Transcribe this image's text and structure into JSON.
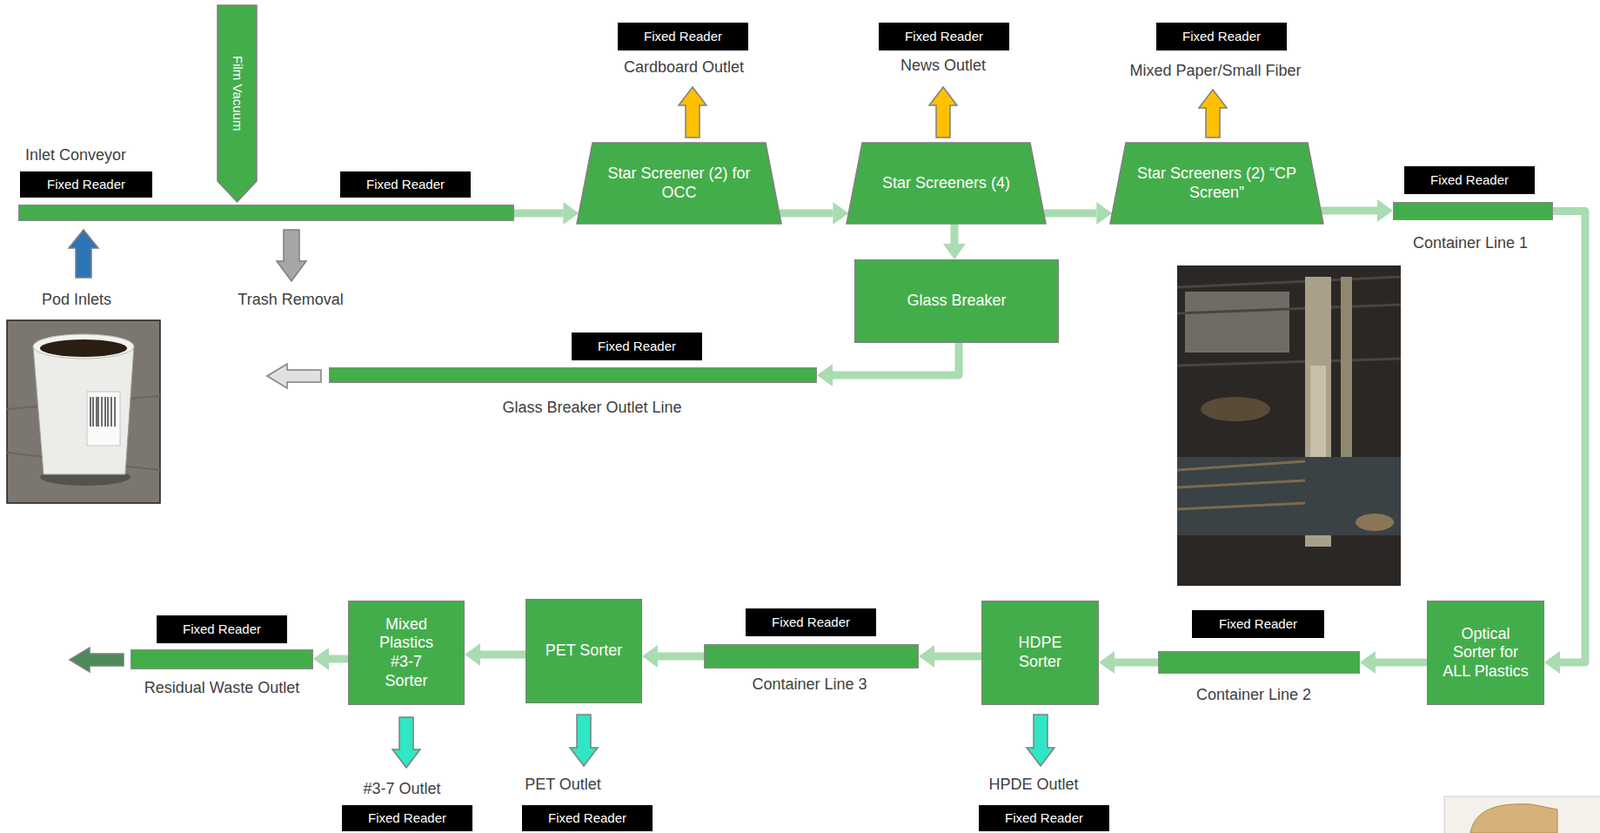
{
  "diagram": {
    "nodes": [
      {
        "text": [
          "Fixed Reader"
        ]
      },
      {
        "text": [
          "Inlet Conveyor"
        ]
      },
      {
        "text": [
          "Film Vacuum"
        ]
      },
      {
        "text": [
          "Fixed Reader"
        ]
      },
      {
        "text": [
          "Fixed Reader"
        ]
      },
      {
        "text": [
          "Star Screener (2) for OCC"
        ]
      },
      {
        "text": [
          "Fixed Reader"
        ]
      },
      {
        "text": [
          "Star Screeners (4)"
        ]
      },
      {
        "text": [
          "Fixed Reader"
        ]
      },
      {
        "text": [
          "Star Screeners (2) “CP Screen”"
        ]
      },
      {
        "text": [
          "Fixed Reader"
        ]
      },
      {
        "text": [
          "Container Line 1"
        ]
      },
      {
        "text": [
          "Glass Breaker"
        ]
      },
      {
        "text": [
          "Fixed Reader"
        ]
      },
      {
        "text": [
          "Glass Breaker Outlet Line"
        ]
      },
      {
        "text": [
          "Optical Sorter for ALL Plastics"
        ]
      },
      {
        "text": [
          "Fixed Reader"
        ]
      },
      {
        "text": [
          "Container Line 2"
        ]
      },
      {
        "text": [
          "HDPE Sorter"
        ]
      },
      {
        "text": [
          "Fixed Reader"
        ]
      },
      {
        "text": [
          "Container Line 3"
        ]
      },
      {
        "text": [
          "PET Sorter"
        ]
      },
      {
        "text": [
          "Mixed Plastics #3-7 Sorter"
        ]
      },
      {
        "text": [
          "Fixed Reader"
        ]
      },
      {
        "text": [
          "Residual Waste Outlet"
        ]
      },
      {
        "text": [
          "Fixed Reader"
        ]
      },
      {
        "text": [
          "Fixed Reader"
        ]
      },
      {
        "text": [
          "Fixed Reader"
        ]
      }
    ],
    "edges": [
      {
        "from": 1,
        "to": 5,
        "arrow": "to"
      },
      {
        "from": 5,
        "to": 7,
        "arrow": "to"
      },
      {
        "from": 7,
        "to": 9,
        "arrow": "to"
      },
      {
        "from": 9,
        "to": 11,
        "arrow": "to"
      },
      {
        "from": 11,
        "to": 15,
        "arrow": "to"
      },
      {
        "from": 7,
        "to": 12,
        "arrow": "to"
      },
      {
        "from": 12,
        "to": 14,
        "arrow": "to"
      },
      {
        "from": 15,
        "to": 17,
        "arrow": "to"
      },
      {
        "from": 17,
        "to": 18,
        "arrow": "to"
      },
      {
        "from": 18,
        "to": 20,
        "arrow": "to"
      },
      {
        "from": 20,
        "to": 21,
        "arrow": "to"
      },
      {
        "from": 21,
        "to": 22,
        "arrow": "to"
      },
      {
        "from": 22,
        "to": 24,
        "arrow": "to"
      }
    ],
    "labels": [
      "Pod Inlets",
      "Trash Removal",
      "Cardboard Outlet",
      "News Outlet",
      "Mixed Paper/Small Fiber",
      "#3-7 Outlet",
      "PET Outlet",
      "HPDE Outlet"
    ]
  }
}
